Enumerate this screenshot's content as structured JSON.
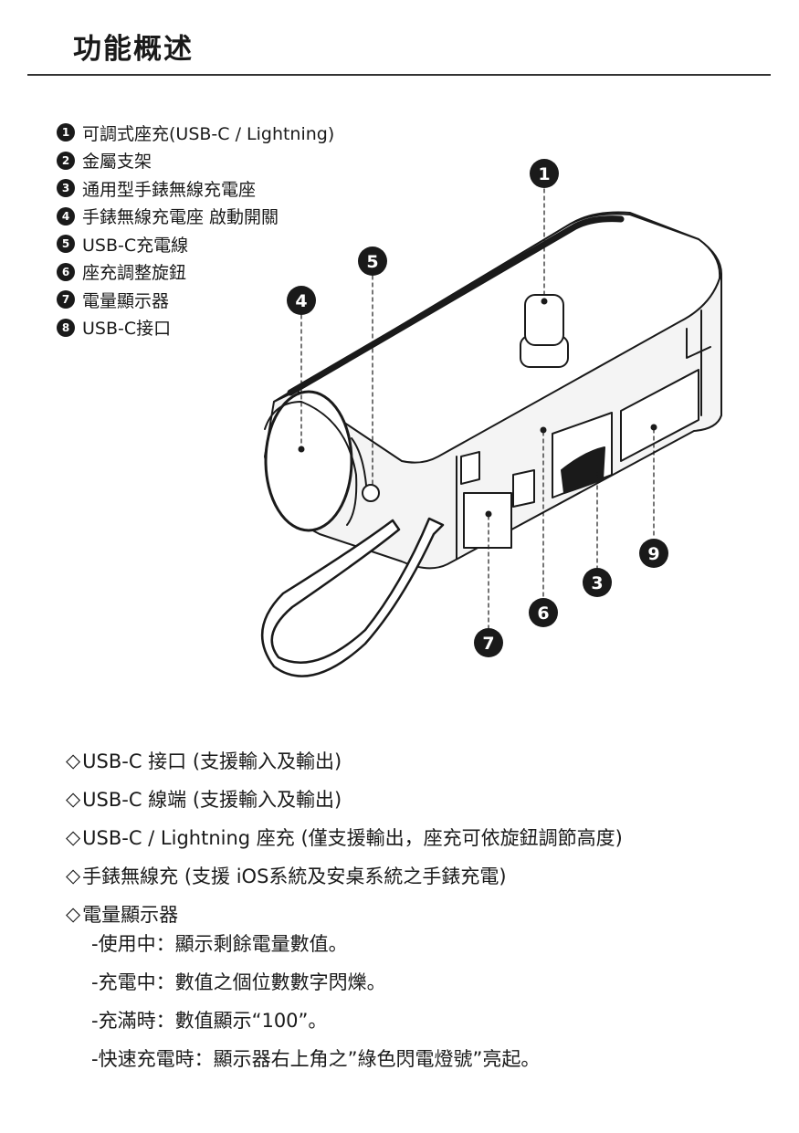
{
  "page": {
    "title": "功能概述"
  },
  "legend": [
    {
      "num": "1",
      "text": "可調式座充(USB-C / Lightning)"
    },
    {
      "num": "2",
      "text": "金屬支架"
    },
    {
      "num": "3",
      "text": "通用型手錶無線充電座"
    },
    {
      "num": "4",
      "text": "手錶無線充電座 啟動開關"
    },
    {
      "num": "5",
      "text": "USB-C充電線"
    },
    {
      "num": "6",
      "text": "座充調整旋鈕"
    },
    {
      "num": "7",
      "text": "電量顯示器"
    },
    {
      "num": "8",
      "text": "USB-C接口"
    }
  ],
  "diagram": {
    "callouts": [
      {
        "label": "1"
      },
      {
        "label": "5"
      },
      {
        "label": "4"
      },
      {
        "label": "9"
      },
      {
        "label": "3"
      },
      {
        "label": "6"
      },
      {
        "label": "7"
      }
    ]
  },
  "features": [
    {
      "mark": "◇",
      "text": "USB-C 接口 (支援輸入及輸出)"
    },
    {
      "mark": "◇",
      "text": "USB-C 線端 (支援輸入及輸出)"
    },
    {
      "mark": "◇",
      "text": "USB-C / Lightning 座充 (僅支援輸出，座充可依旋鈕調節高度)"
    },
    {
      "mark": "◇",
      "text": "手錶無線充 (支援 iOS系統及安桌系統之手錶充電)"
    },
    {
      "mark": "◇",
      "text": "電量顯示器"
    }
  ],
  "display_details": [
    {
      "text": "-使用中：顯示剩餘電量數值。"
    },
    {
      "text": "-充電中：數值之個位數數字閃爍。"
    },
    {
      "text": "-充滿時：數值顯示“100”。"
    },
    {
      "text": "-快速充電時：顯示器右上角之”綠色閃電燈號”亮起。"
    }
  ]
}
